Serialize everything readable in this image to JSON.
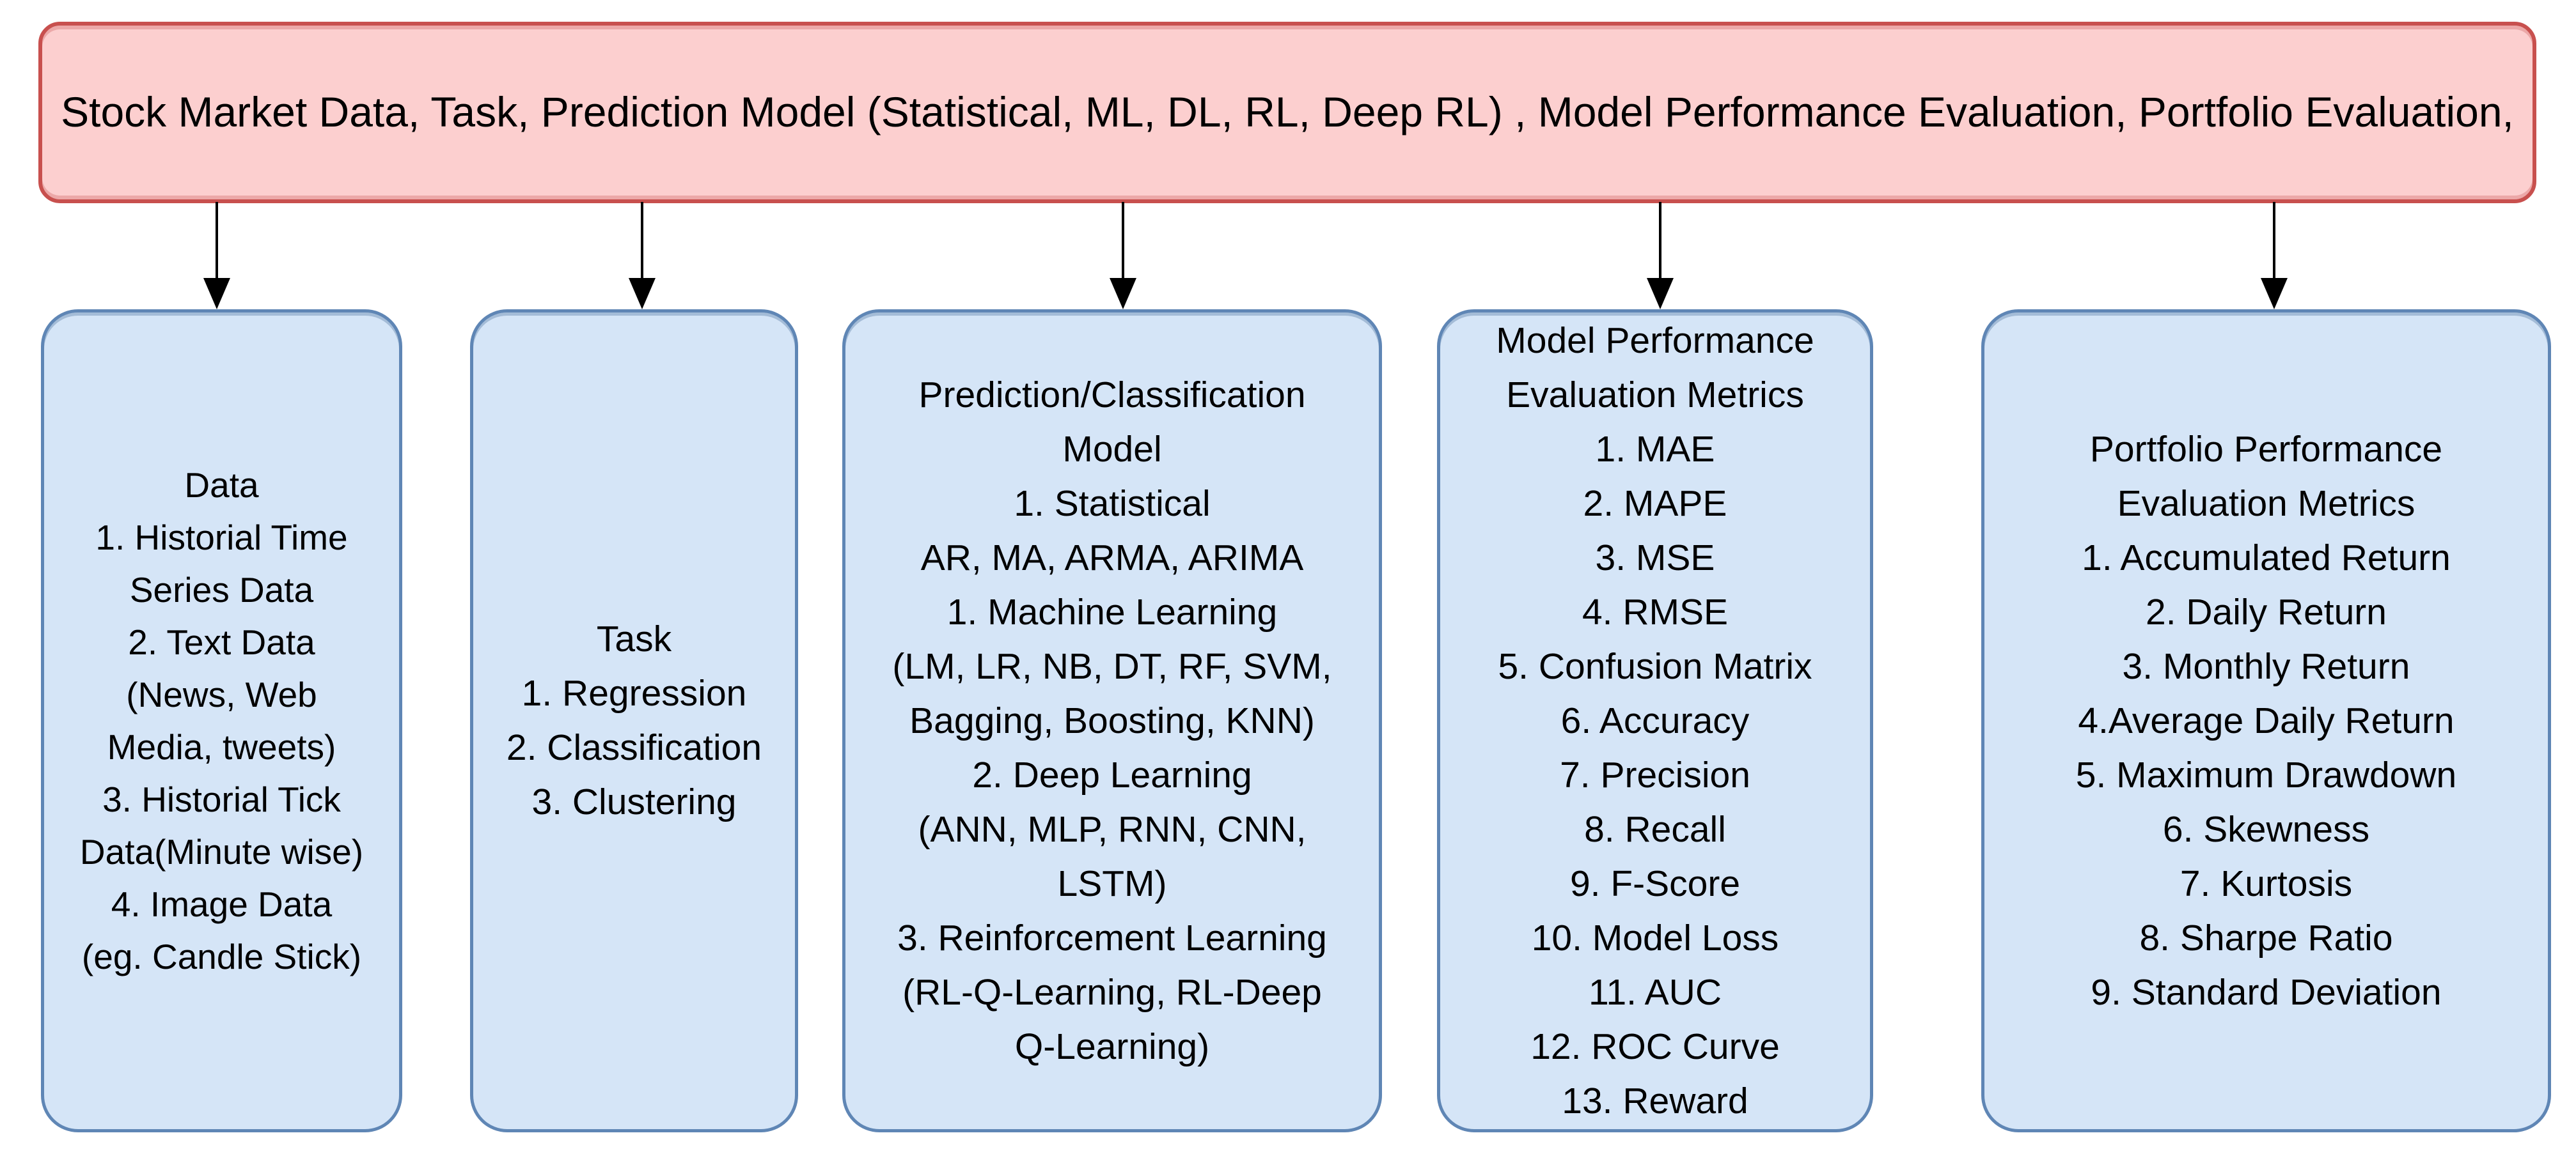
{
  "diagram": {
    "header": {
      "text": "Stock Market Data, Task, Prediction Model (Statistical, ML, DL, RL, Deep RL) , Model Performance Evaluation, Portfolio Evaluation,"
    },
    "boxes": [
      {
        "name": "data",
        "lines": [
          "Data",
          "1. Historial Time",
          "Series Data",
          "2. Text Data",
          "(News, Web",
          "Media, tweets)",
          "3. Historial Tick",
          "Data(Minute wise)",
          "4. Image Data",
          "(eg. Candle Stick)"
        ]
      },
      {
        "name": "task",
        "lines": [
          "Task",
          "1. Regression",
          "2. Classification",
          "3. Clustering"
        ]
      },
      {
        "name": "prediction-classification-model",
        "lines": [
          "Prediction/Classification",
          "Model",
          "1. Statistical",
          "AR, MA, ARMA, ARIMA",
          "1. Machine Learning",
          "(LM, LR, NB, DT, RF, SVM,",
          "Bagging, Boosting, KNN)",
          "2. Deep Learning",
          "(ANN, MLP, RNN, CNN,",
          "LSTM)",
          "3. Reinforcement Learning",
          "(RL-Q-Learning, RL-Deep",
          "Q-Learning)"
        ]
      },
      {
        "name": "model-performance-evaluation-metrics",
        "lines": [
          "Model Performance",
          "Evaluation Metrics",
          "1. MAE",
          "2. MAPE",
          "3. MSE",
          "4. RMSE",
          "5. Confusion Matrix",
          "6. Accuracy",
          "7. Precision",
          "8. Recall",
          "9. F-Score",
          "10. Model Loss",
          "11. AUC",
          "12. ROC Curve",
          "13. Reward"
        ]
      },
      {
        "name": "portfolio-performance-evaluation-metrics",
        "lines": [
          "Portfolio Performance",
          "Evaluation Metrics",
          "1. Accumulated Return",
          "2. Daily Return",
          "3. Monthly Return",
          "4.Average Daily Return",
          "5. Maximum Drawdown",
          "6. Skewness",
          "7. Kurtosis",
          "8. Sharpe Ratio",
          "9. Standard Deviation"
        ]
      }
    ],
    "colors": {
      "header_fill": "#fccfcf",
      "header_border": "#c8504e",
      "node_fill": "#d5e5f7",
      "node_border": "#5f86b5",
      "arrow": "#000000",
      "text": "#000000",
      "background": "#ffffff"
    }
  }
}
